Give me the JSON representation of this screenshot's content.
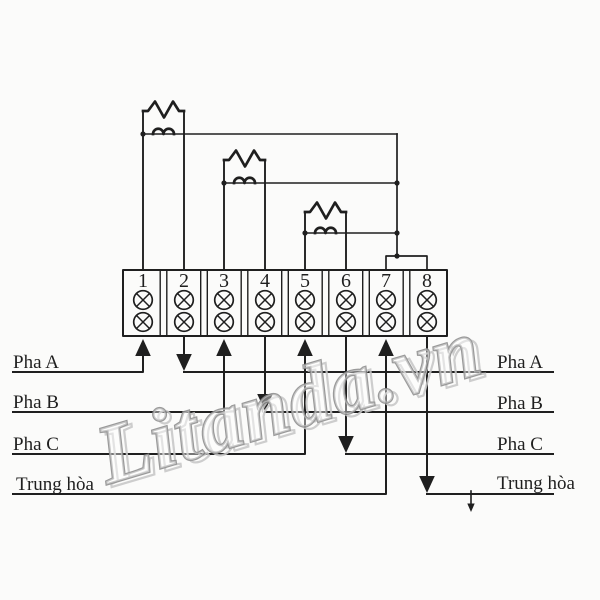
{
  "watermark": {
    "text": "Litanda.vn"
  },
  "terminal_block": {
    "numbers": [
      "1",
      "2",
      "3",
      "4",
      "5",
      "6",
      "7",
      "8"
    ]
  },
  "source_labels": {
    "phase_a": "Pha A",
    "phase_b": "Pha B",
    "phase_c": "Pha C",
    "neutral": "Trung hòa"
  },
  "load_labels": {
    "phase_a": "Pha A",
    "phase_b": "Pha B",
    "phase_c": "Pha C",
    "neutral": "Trung hòa"
  },
  "colors": {
    "line": "#1f1f1f",
    "background": "#fbfbfa",
    "watermark_outline": "#8d8d8d"
  }
}
